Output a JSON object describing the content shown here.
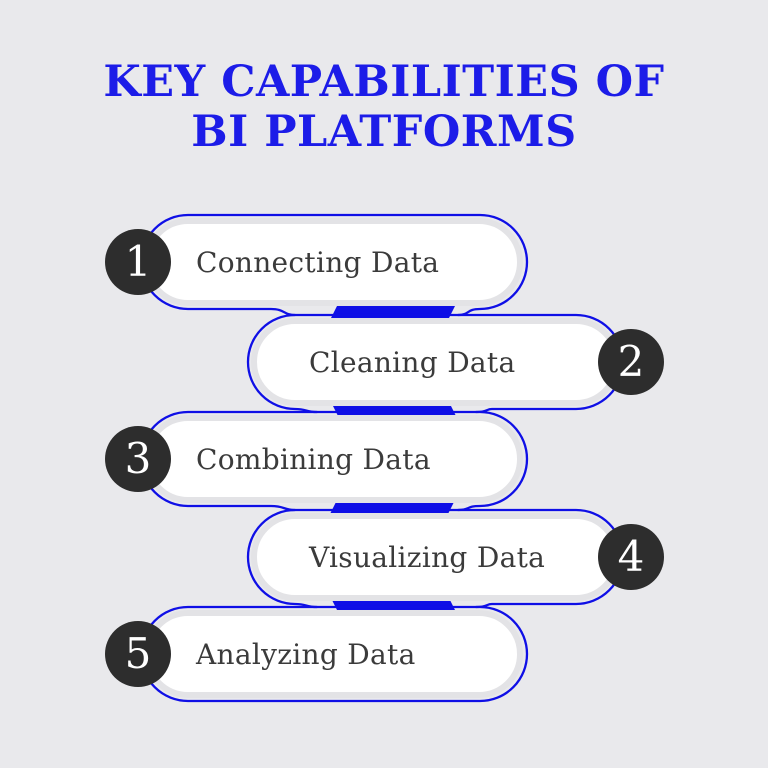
{
  "title": {
    "line1": "KEY CAPABILITIES OF",
    "line2": "BI PLATFORMS"
  },
  "steps": [
    {
      "number": "1",
      "label": "Connecting Data",
      "badge_side": "left"
    },
    {
      "number": "2",
      "label": "Cleaning Data",
      "badge_side": "right"
    },
    {
      "number": "3",
      "label": "Combining Data",
      "badge_side": "left"
    },
    {
      "number": "4",
      "label": "Visualizing Data",
      "badge_side": "right"
    },
    {
      "number": "5",
      "label": "Analyzing Data",
      "badge_side": "left"
    }
  ],
  "colors": {
    "background": "#e9e9ec",
    "accent_blue": "#0f0fe6",
    "title_blue": "#1c1ce8",
    "badge_dark": "#2d2d2d",
    "badge_number": "#ffffff",
    "pill_fill": "#ffffff",
    "pill_border": "#e3e3e6",
    "label_text": "#3b3b3b"
  }
}
